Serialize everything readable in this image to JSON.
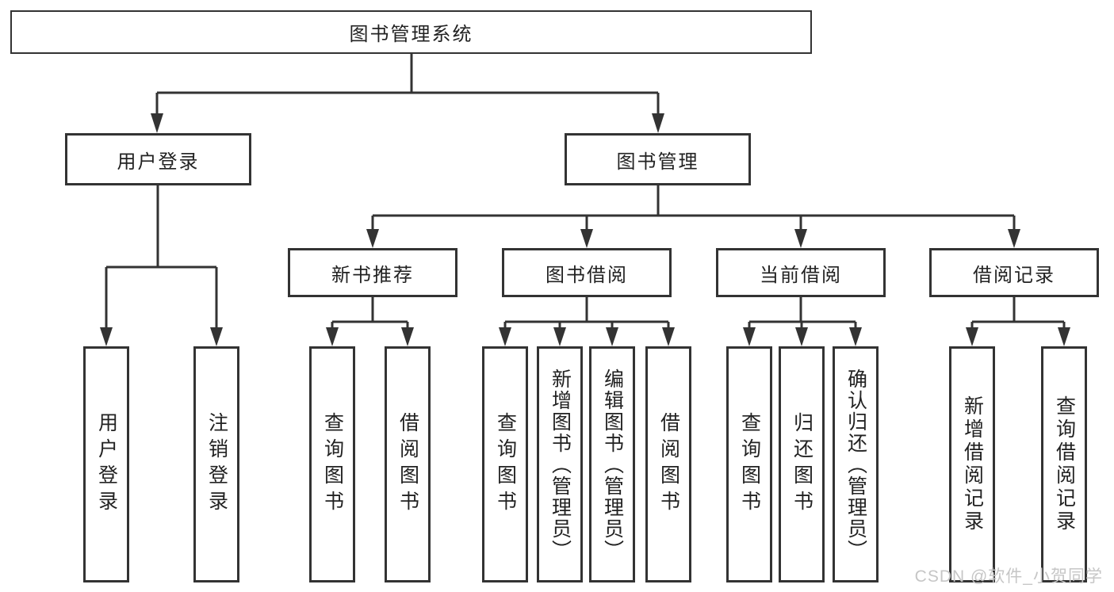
{
  "nodes": {
    "root": "图书管理系统",
    "level2": [
      "用户登录",
      "图书管理"
    ],
    "level3": [
      "新书推荐",
      "图书借阅",
      "当前借阅",
      "借阅记录"
    ],
    "leaves": {
      "login": [
        "用户登录",
        "注销登录"
      ],
      "recommend": [
        "查询图书",
        "借阅图书"
      ],
      "borrow": [
        "查询图书",
        "新增图书（管理员）",
        "编辑图书（管理员）",
        "借阅图书"
      ],
      "current": [
        "查询图书",
        "归还图书",
        "确认归还（管理员）"
      ],
      "records": [
        "新增借阅记录",
        "查询借阅记录"
      ]
    }
  },
  "watermark": "CSDN @软件_小贺同学",
  "colors": {
    "line": "#333333",
    "text": "#222222",
    "background": "#ffffff",
    "watermark": "#c6c6c6"
  }
}
